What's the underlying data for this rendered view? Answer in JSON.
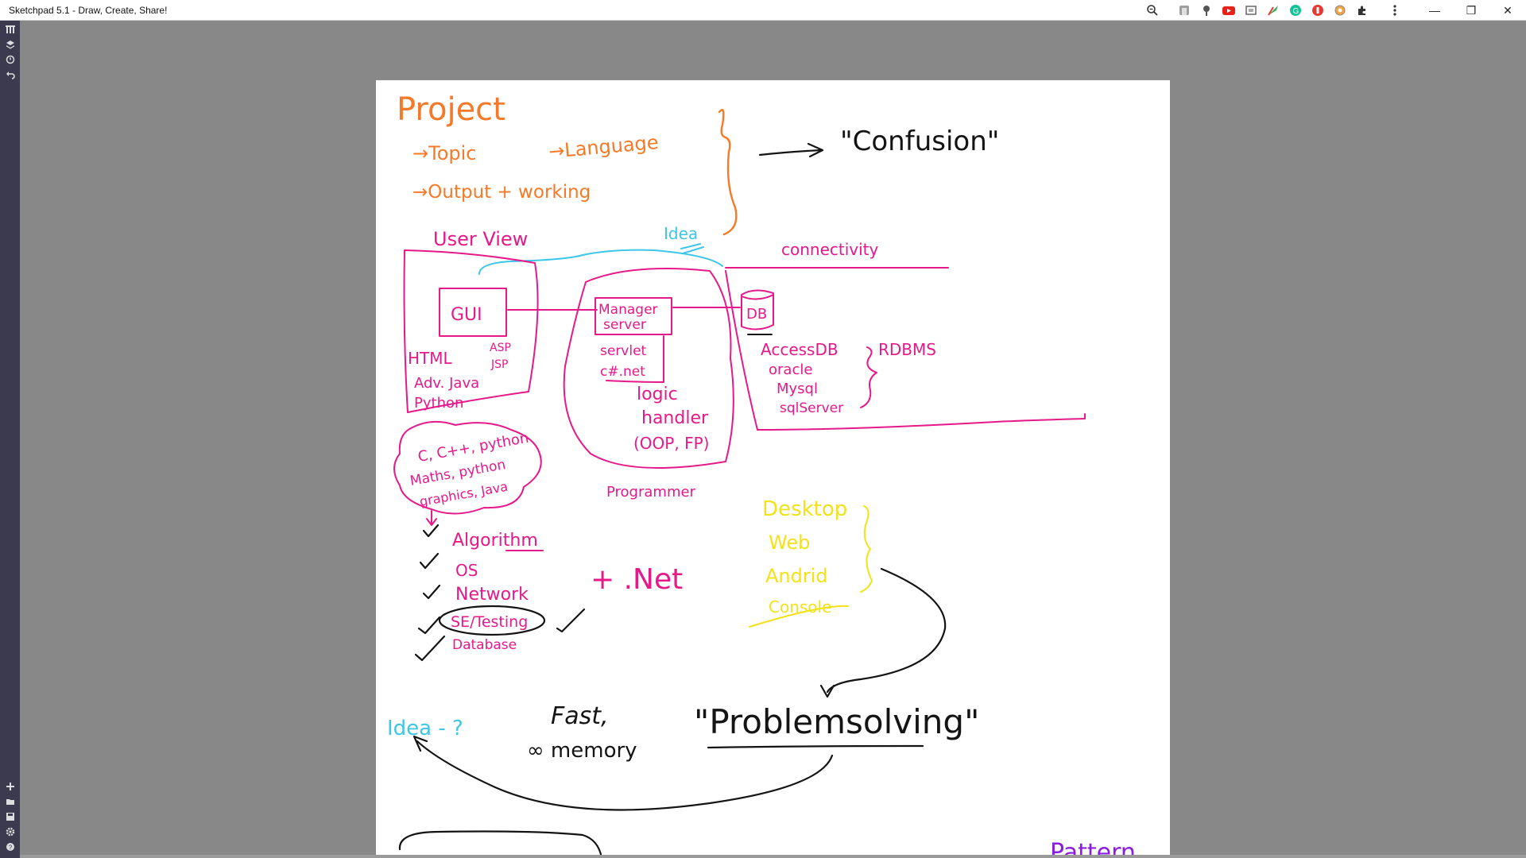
{
  "window": {
    "title": "Sketchpad 5.1 - Draw, Create, Share!",
    "controls": [
      "—",
      "❐",
      "✕"
    ],
    "extensions": [
      "zoom-icon",
      "ext-gray",
      "ext-pin",
      "ext-youtube",
      "ext-screen",
      "ext-arrow",
      "ext-grammarly",
      "ext-red",
      "ext-orange",
      "puzzle-icon",
      "kebab-menu-icon"
    ]
  },
  "rail": {
    "top_tools": [
      "tools-icon",
      "layers-icon",
      "history-icon",
      "undo-icon"
    ],
    "bottom_tools": [
      "add-icon",
      "folder-icon",
      "save-icon",
      "settings-icon",
      "help-icon"
    ]
  },
  "colors": {
    "orange": "#f47a2a",
    "pink": "#e6198a",
    "cyan": "#3ec6e8",
    "black": "#141414",
    "yellow": "#f2e21a",
    "purple": "#8a1ee0"
  },
  "sketch": {
    "project": "Project",
    "topic": "→Topic",
    "language": "→Language",
    "output": "→Output + working",
    "confusion": "\"Confusion\"",
    "idea_top": "Idea",
    "user_view": "User View",
    "connectivity": "connectivity",
    "gui": "GUI",
    "html": "HTML",
    "asp": "ASP",
    "jsp": "JSP",
    "adv_java": "Adv. Java",
    "python": "Python",
    "manager_server": [
      "Manager",
      "server"
    ],
    "servlet": "servlet",
    "cnet": "c#.net",
    "logic": "logic",
    "handler": "handler",
    "oop": "(OOP, FP)",
    "db": "DB",
    "dbs": [
      "AccessDB",
      "oracle",
      "Mysql",
      "sqlServer"
    ],
    "rdbms": "RDBMS",
    "cloud": [
      "C, C++, python",
      "Maths, python",
      "graphics, Java"
    ],
    "programmer": "Programmer",
    "checklist": [
      "Algorithm",
      "OS",
      "Network",
      "SE/Testing",
      "Database"
    ],
    "plus_net": "+ .Net",
    "platforms": [
      "Desktop",
      "Web",
      "Andrid",
      "Console"
    ],
    "idea_bottom": "Idea - ?",
    "fast": "Fast,",
    "memory": "∞ memory",
    "problem_solving": "\"Problemsolving\"",
    "bottom_purple": "Pattern"
  }
}
